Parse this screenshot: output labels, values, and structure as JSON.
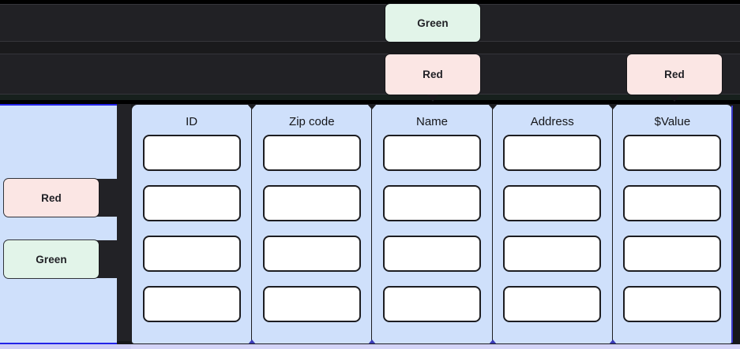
{
  "top_bars": {
    "chips": [
      {
        "id": "chip-green-top",
        "label": "Green",
        "color": "#e2f4e9",
        "tone": "green"
      },
      {
        "id": "chip-red-mid",
        "label": "Red",
        "color": "#fbe6e4",
        "tone": "red"
      },
      {
        "id": "chip-red-right",
        "label": "Red",
        "color": "#fbe6e4",
        "tone": "red"
      }
    ]
  },
  "side_panel": {
    "background": "#cfe0fb",
    "border_color": "#2323e8",
    "chips": [
      {
        "id": "chip-red-side",
        "label": "Red",
        "color": "#fbe6e4",
        "tone": "red"
      },
      {
        "id": "chip-green-side",
        "label": "Green",
        "color": "#e2f4e9",
        "tone": "green"
      }
    ]
  },
  "table": {
    "background": "#cfe0fb",
    "row_count": 4,
    "columns": [
      {
        "header": "ID",
        "cells": [
          "",
          "",
          "",
          ""
        ]
      },
      {
        "header": "Zip code",
        "cells": [
          "",
          "",
          "",
          ""
        ]
      },
      {
        "header": "Name",
        "cells": [
          "",
          "",
          "",
          ""
        ]
      },
      {
        "header": "Address",
        "cells": [
          "",
          "",
          "",
          ""
        ]
      },
      {
        "header": "$Value",
        "cells": [
          "",
          "",
          "",
          ""
        ]
      }
    ]
  }
}
